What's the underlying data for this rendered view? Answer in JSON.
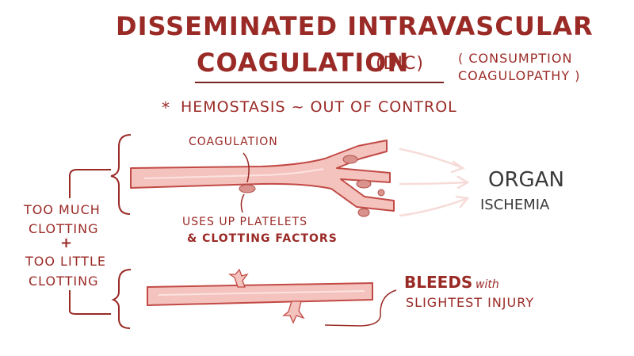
{
  "title": {
    "line1": "Disseminated Intravascular",
    "line2": "Coagulation",
    "abbreviation": "(DIC)",
    "alt_name_line1": "( Consumption",
    "alt_name_line2": "Coagulopathy )"
  },
  "subtitle": {
    "star": "*",
    "text": "Hemostasis ~ out of control"
  },
  "labels": {
    "coagulation": "Coagulation",
    "uses_up_line1": "uses up platelets",
    "uses_up_line2": "& clotting factors",
    "organ": "Organ",
    "ischemia": "Ischemia",
    "too_much_line1": "Too much",
    "too_much_line2": "clotting",
    "plus": "+",
    "too_little_line1": "Too little",
    "too_little_line2": "clotting",
    "bleeds": "Bleeds",
    "with": "with",
    "slightest_injury": "slightest injury"
  },
  "colors": {
    "ink_red": "#9a2a26",
    "ink_dark": "#3a3a3a",
    "vessel_fill": "#f4c3be",
    "vessel_stroke": "#c24a45",
    "clot": "#d9928c",
    "faded_arrow": "#f6dcd9"
  }
}
